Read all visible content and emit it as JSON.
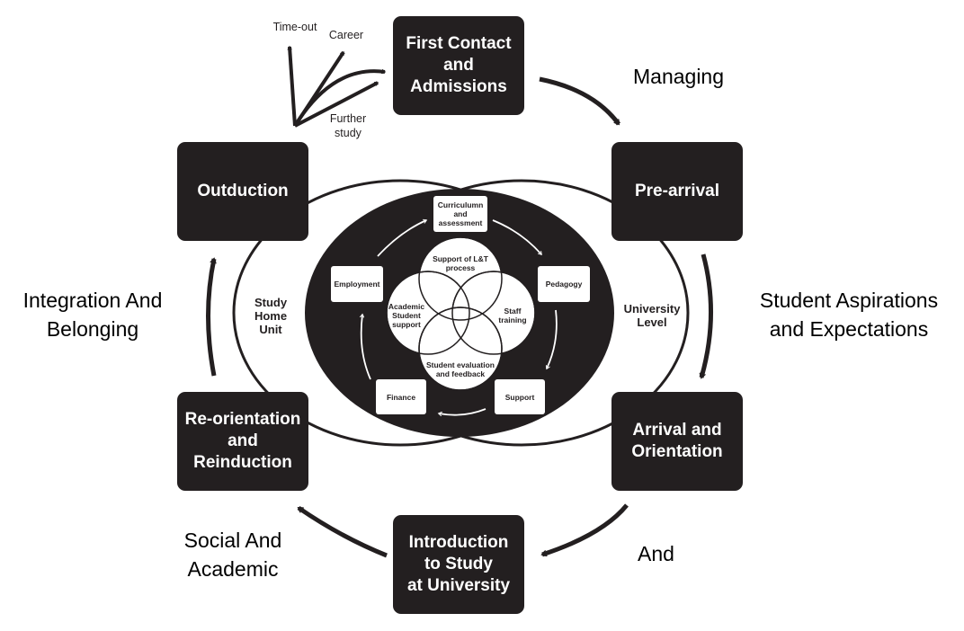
{
  "stages": {
    "first_contact": "First Contact\nand\nAdmissions",
    "pre_arrival": "Pre-arrival",
    "arrival": "Arrival and\nOrientation",
    "introduction": "Introduction\nto Study\nat University",
    "reorientation": "Re-orientation\nand\nReinduction",
    "outduction": "Outduction"
  },
  "flow_labels": {
    "managing": "Managing",
    "aspirations": "Student Aspirations\nand Expectations",
    "and": "And",
    "social": "Social And\nAcademic",
    "integration": "Integration And\nBelonging"
  },
  "levels": {
    "study_home_unit": "Study\nHome\nUnit",
    "university_level": "University\nLevel"
  },
  "inner_boxes": {
    "curriculum": "Curriculumn\nand\nassessment",
    "pedagogy": "Pedagogy",
    "support": "Support",
    "finance": "Finance",
    "employment": "Employment"
  },
  "venn": {
    "lt_process": "Support of L&T\nprocess",
    "academic_support": "Academic\nStudent\nsupport",
    "staff_training": "Staff\ntraining",
    "evaluation": "Student evaluation\nand feedback"
  },
  "exits": {
    "time_out": "Time-out",
    "career": "Career",
    "further_study": "Further\nstudy"
  },
  "colors": {
    "box_fill": "#231f20",
    "ink": "#231f20",
    "paper": "#ffffff"
  }
}
